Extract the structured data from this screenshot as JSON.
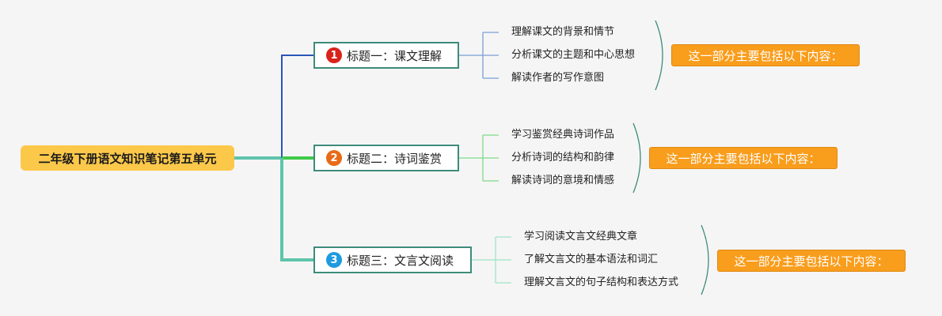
{
  "root": {
    "label": "二年级下册语文知识笔记第五单元"
  },
  "topics": [
    {
      "badge": "1",
      "label": "标题一：课文理解",
      "badge_color": "#d9231b",
      "line_color": "#2a56b8",
      "leaves": [
        "理解课文的背景和情节",
        "分析课文的主题和中心思想",
        "解读作者的写作意图"
      ],
      "summary": "这一部分主要包括以下内容："
    },
    {
      "badge": "2",
      "label": "标题二：诗词鉴赏",
      "badge_color": "#e86a16",
      "line_color": "#3fc94a",
      "leaves": [
        "学习鉴赏经典诗词作品",
        "分析诗词的结构和韵律",
        "解读诗词的意境和情感"
      ],
      "summary": "这一部分主要包括以下内容："
    },
    {
      "badge": "3",
      "label": "标题三：文言文阅读",
      "badge_color": "#1e9be0",
      "line_color": "#5ec4aa",
      "leaves": [
        "学习阅读文言文经典文章",
        "了解文言文的基本语法和词汇",
        "理解文言文的句子结构和表达方式"
      ],
      "summary": "这一部分主要包括以下内容："
    }
  ],
  "colors": {
    "background": "#f5f5f5",
    "root_fill": "#fcc84a",
    "topic_border": "#3c8c7b",
    "summary_fill": "#f99d1c",
    "bracket": "#3c8c7b",
    "topic3_leaf_line": "#9fe3c6"
  }
}
